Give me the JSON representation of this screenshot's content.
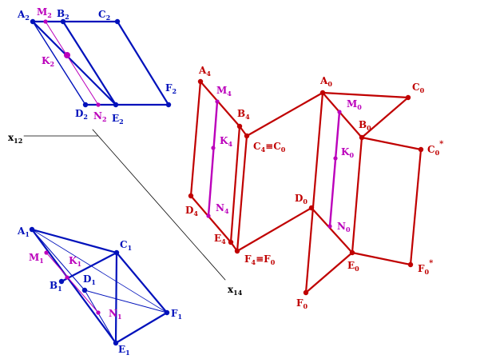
{
  "colors": {
    "blue": "#0011bb",
    "red": "#c00000",
    "magenta": "#bb00bb",
    "black": "#000000"
  },
  "axes": [
    {
      "id": "x12",
      "label": "x",
      "sub": "12"
    },
    {
      "id": "x14",
      "label": "x",
      "sub": "14"
    }
  ],
  "views": {
    "top": {
      "color": "blue",
      "labels": [
        {
          "id": "A2",
          "text": "A",
          "sub": "2"
        },
        {
          "id": "M2",
          "text": "M",
          "sub": "2",
          "color": "magenta"
        },
        {
          "id": "B2",
          "text": "B",
          "sub": "2"
        },
        {
          "id": "C2",
          "text": "C",
          "sub": "2"
        },
        {
          "id": "K2",
          "text": "K",
          "sub": "2",
          "color": "magenta"
        },
        {
          "id": "D2",
          "text": "D",
          "sub": "2"
        },
        {
          "id": "N2",
          "text": "N",
          "sub": "2",
          "color": "magenta"
        },
        {
          "id": "E2",
          "text": "E",
          "sub": "2"
        },
        {
          "id": "F2",
          "text": "F",
          "sub": "2"
        }
      ]
    },
    "bottom": {
      "color": "blue",
      "labels": [
        {
          "id": "A1",
          "text": "A",
          "sub": "1"
        },
        {
          "id": "C1",
          "text": "C",
          "sub": "1"
        },
        {
          "id": "M1",
          "text": "M",
          "sub": "1",
          "color": "magenta"
        },
        {
          "id": "K1",
          "text": "K",
          "sub": "1",
          "color": "magenta"
        },
        {
          "id": "D1",
          "text": "D",
          "sub": "1"
        },
        {
          "id": "B1",
          "text": "B",
          "sub": "1"
        },
        {
          "id": "N1",
          "text": "N",
          "sub": "1",
          "color": "magenta"
        },
        {
          "id": "F1",
          "text": "F",
          "sub": "1"
        },
        {
          "id": "E1",
          "text": "E",
          "sub": "1"
        }
      ]
    },
    "middle": {
      "color": "red",
      "labels": [
        {
          "id": "A4",
          "text": "A",
          "sub": "4"
        },
        {
          "id": "M4",
          "text": "M",
          "sub": "4",
          "color": "magenta"
        },
        {
          "id": "B4",
          "text": "B",
          "sub": "4"
        },
        {
          "id": "K4",
          "text": "K",
          "sub": "4",
          "color": "magenta"
        },
        {
          "id": "C4",
          "text": "C",
          "sub": "4",
          "suffix": "≡C",
          "suffix_sub": "0"
        },
        {
          "id": "D4",
          "text": "D",
          "sub": "4"
        },
        {
          "id": "N4",
          "text": "N",
          "sub": "4",
          "color": "magenta"
        },
        {
          "id": "E4",
          "text": "E",
          "sub": "4"
        },
        {
          "id": "F4",
          "text": "F",
          "sub": "4",
          "suffix": "≡F",
          "suffix_sub": "0"
        }
      ]
    },
    "right": {
      "color": "red",
      "labels": [
        {
          "id": "A0",
          "text": "A",
          "sub": "0"
        },
        {
          "id": "C0",
          "text": "C",
          "sub": "0"
        },
        {
          "id": "M0",
          "text": "M",
          "sub": "0",
          "color": "magenta"
        },
        {
          "id": "B0",
          "text": "B",
          "sub": "0"
        },
        {
          "id": "C0s",
          "text": "C",
          "sub": "0",
          "sup": "*"
        },
        {
          "id": "K0",
          "text": "K",
          "sub": "0",
          "color": "magenta"
        },
        {
          "id": "D0",
          "text": "D",
          "sub": "0"
        },
        {
          "id": "N0",
          "text": "N",
          "sub": "0",
          "color": "magenta"
        },
        {
          "id": "E0",
          "text": "E",
          "sub": "0"
        },
        {
          "id": "F0s",
          "text": "F",
          "sub": "0",
          "sup": "*"
        },
        {
          "id": "F0",
          "text": "F",
          "sub": "0"
        }
      ]
    }
  }
}
